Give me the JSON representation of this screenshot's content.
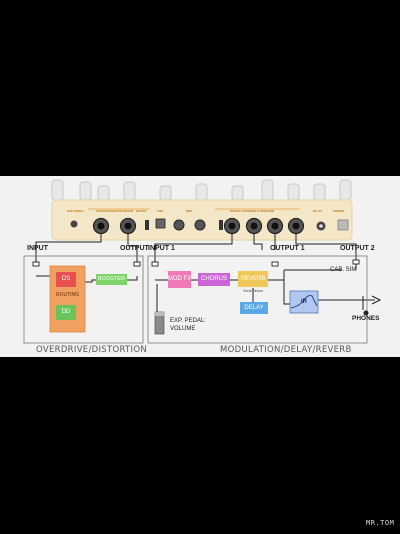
{
  "colors": {
    "background": "#000000",
    "white_band": "#f2f2f2",
    "pedal_body": "#f3e7c8",
    "panel_orange": "#e8a245",
    "signal_line": "#222222",
    "routing_bg": "#f0a060",
    "ds_box": "#e8504f",
    "dd_box": "#6ac45a",
    "booster_box": "#7ed36a",
    "mod_fx_box": "#f07ab8",
    "chorus_box": "#cc66d8",
    "reverb_box": "#f0c85a",
    "delay_box": "#5aa8e8",
    "ir_box": "#b0c8f0"
  },
  "panel": {
    "section_labels": [
      "EXP PEDAL",
      "OVERDRIVE/DISTORTION",
      "BOOST",
      "USB",
      "MIDI",
      "MODULATION/DELAY/REVERB",
      "DC 9V",
      "POWER"
    ]
  },
  "diagram": {
    "left": {
      "input_label": "INPUT",
      "output_label": "OUTPUT",
      "ds_label": "DS",
      "dd_label": "DD",
      "routing_label": "ROUTING",
      "booster_label": "BOOSTER",
      "title": "OVERDRIVE/DISTORTION"
    },
    "right": {
      "input1_label": "INPUT 1",
      "output1_label": "OUTPUT 1",
      "output2_label": "OUTPUT 2",
      "mod_fx_label": "MOD FX",
      "chorus_label": "CHORUS",
      "reverb_label": "REVERB",
      "delay_label": "DELAY",
      "send_return_label": "Send/Return",
      "ir_label": "IR",
      "cab_sim_label": "CAB. SIM",
      "exp_pedal_label": "EXP. PEDAL:\nVOLUME",
      "phones_label": "PHONES",
      "title": "MODULATION/DELAY/REVERB"
    }
  },
  "watermark": "MR.TOM"
}
